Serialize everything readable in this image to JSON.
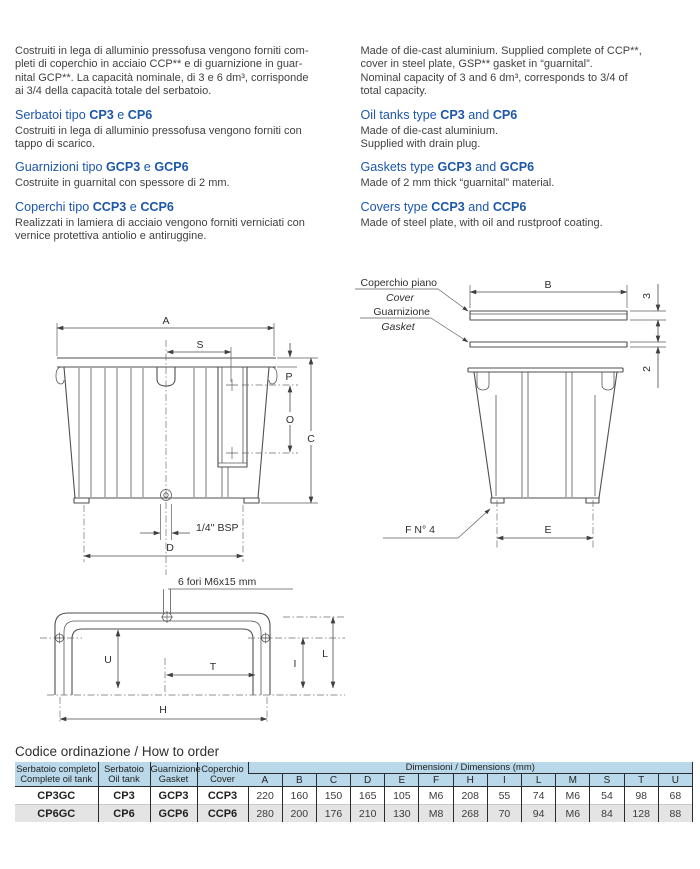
{
  "intro": {
    "left": {
      "paragraph": "Costruiti in lega di alluminio pressofusa vengono forniti com-\npleti di coperchio in acciaio CCP** e di guarnizione in guar-\nnital GCP**. La capacità nominale, di 3 e 6 dm³, corrisponde\nai 3/4 della capacità totale del serbatoio.",
      "sections": [
        {
          "h_pre": "Serbatoi tipo ",
          "h_b1": "CP3",
          "h_mid": " e ",
          "h_b2": "CP6",
          "body": "Costruiti in lega di alluminio pressofusa vengono forniti con\ntappo di scarico."
        },
        {
          "h_pre": "Guarnizioni tipo ",
          "h_b1": "GCP3",
          "h_mid": " e ",
          "h_b2": "GCP6",
          "body": "Costruite in guarnital con spessore di 2 mm."
        },
        {
          "h_pre": "Coperchi tipo ",
          "h_b1": "CCP3",
          "h_mid": " e ",
          "h_b2": "CCP6",
          "body": "Realizzati in lamiera di acciaio vengono forniti verniciati con\nvernice protettiva antiolio e antiruggine."
        }
      ]
    },
    "right": {
      "paragraph": "Made of die-cast aluminium. Supplied complete of CCP**,\ncover in steel plate, GSP** gasket in “guarnital”.\nNominal capacity of 3 and 6 dm³, corresponds to 3/4 of\ntotal capacity.",
      "sections": [
        {
          "h_pre": "Oil tanks type ",
          "h_b1": "CP3",
          "h_mid": " and ",
          "h_b2": "CP6",
          "body": "Made of die-cast aluminium.\nSupplied with drain plug."
        },
        {
          "h_pre": "Gaskets type ",
          "h_b1": "GCP3",
          "h_mid": " and ",
          "h_b2": "GCP6",
          "body": "Made of 2 mm thick “guarnital” material."
        },
        {
          "h_pre": "Covers type ",
          "h_b1": "CCP3",
          "h_mid": " and ",
          "h_b2": "CCP6",
          "body": "Made of steel plate, with oil and rustproof coating."
        }
      ]
    }
  },
  "drawing": {
    "front_view": {
      "dim_a": "A",
      "dim_s": "S",
      "dim_p": "P",
      "dim_o": "O",
      "dim_c": "C",
      "dim_d": "D",
      "drain_label": "1/4'' BSP"
    },
    "side_view": {
      "cover_label_it": "Coperchio piano",
      "cover_label_en": "Cover",
      "gasket_label_it": "Guarnizione",
      "gasket_label_en": "Gasket",
      "dim_b": "B",
      "dim_3": "3",
      "dim_2": "2",
      "feet_label": "F N° 4",
      "dim_e": "E"
    },
    "top_view": {
      "holes_label": "6 fori M6x15 mm",
      "dim_u": "U",
      "dim_t": "T",
      "dim_i": "I",
      "dim_l": "L",
      "dim_h": "H"
    }
  },
  "order_table": {
    "title": "Codice ordinazione / How to order",
    "col_headers": [
      {
        "line1": "Serbatoio completo",
        "line2": "Complete oil tank"
      },
      {
        "line1": "Serbatoio",
        "line2": "Oil tank"
      },
      {
        "line1": "Guarnizione",
        "line2": "Gasket"
      },
      {
        "line1": "Coperchio",
        "line2": "Cover"
      }
    ],
    "dims_header": "Dimensioni / Dimensions (mm)",
    "dim_letters": [
      "A",
      "B",
      "C",
      "D",
      "E",
      "F",
      "H",
      "I",
      "L",
      "M",
      "S",
      "T",
      "U"
    ],
    "rows": [
      {
        "complete": "CP3GC",
        "tank": "CP3",
        "gasket": "GCP3",
        "cover": "CCP3",
        "dims": [
          "220",
          "160",
          "150",
          "165",
          "105",
          "M6",
          "208",
          "55",
          "74",
          "M6",
          "54",
          "98",
          "68"
        ]
      },
      {
        "complete": "CP6GC",
        "tank": "CP6",
        "gasket": "GCP6",
        "cover": "CCP6",
        "dims": [
          "280",
          "200",
          "176",
          "210",
          "130",
          "M8",
          "268",
          "70",
          "94",
          "M6",
          "84",
          "128",
          "88"
        ]
      }
    ]
  },
  "colors": {
    "heading_blue": "#1d57a8",
    "table_header_bg": "#b9d8e9",
    "row_alt_bg": "#e4e4e4"
  }
}
